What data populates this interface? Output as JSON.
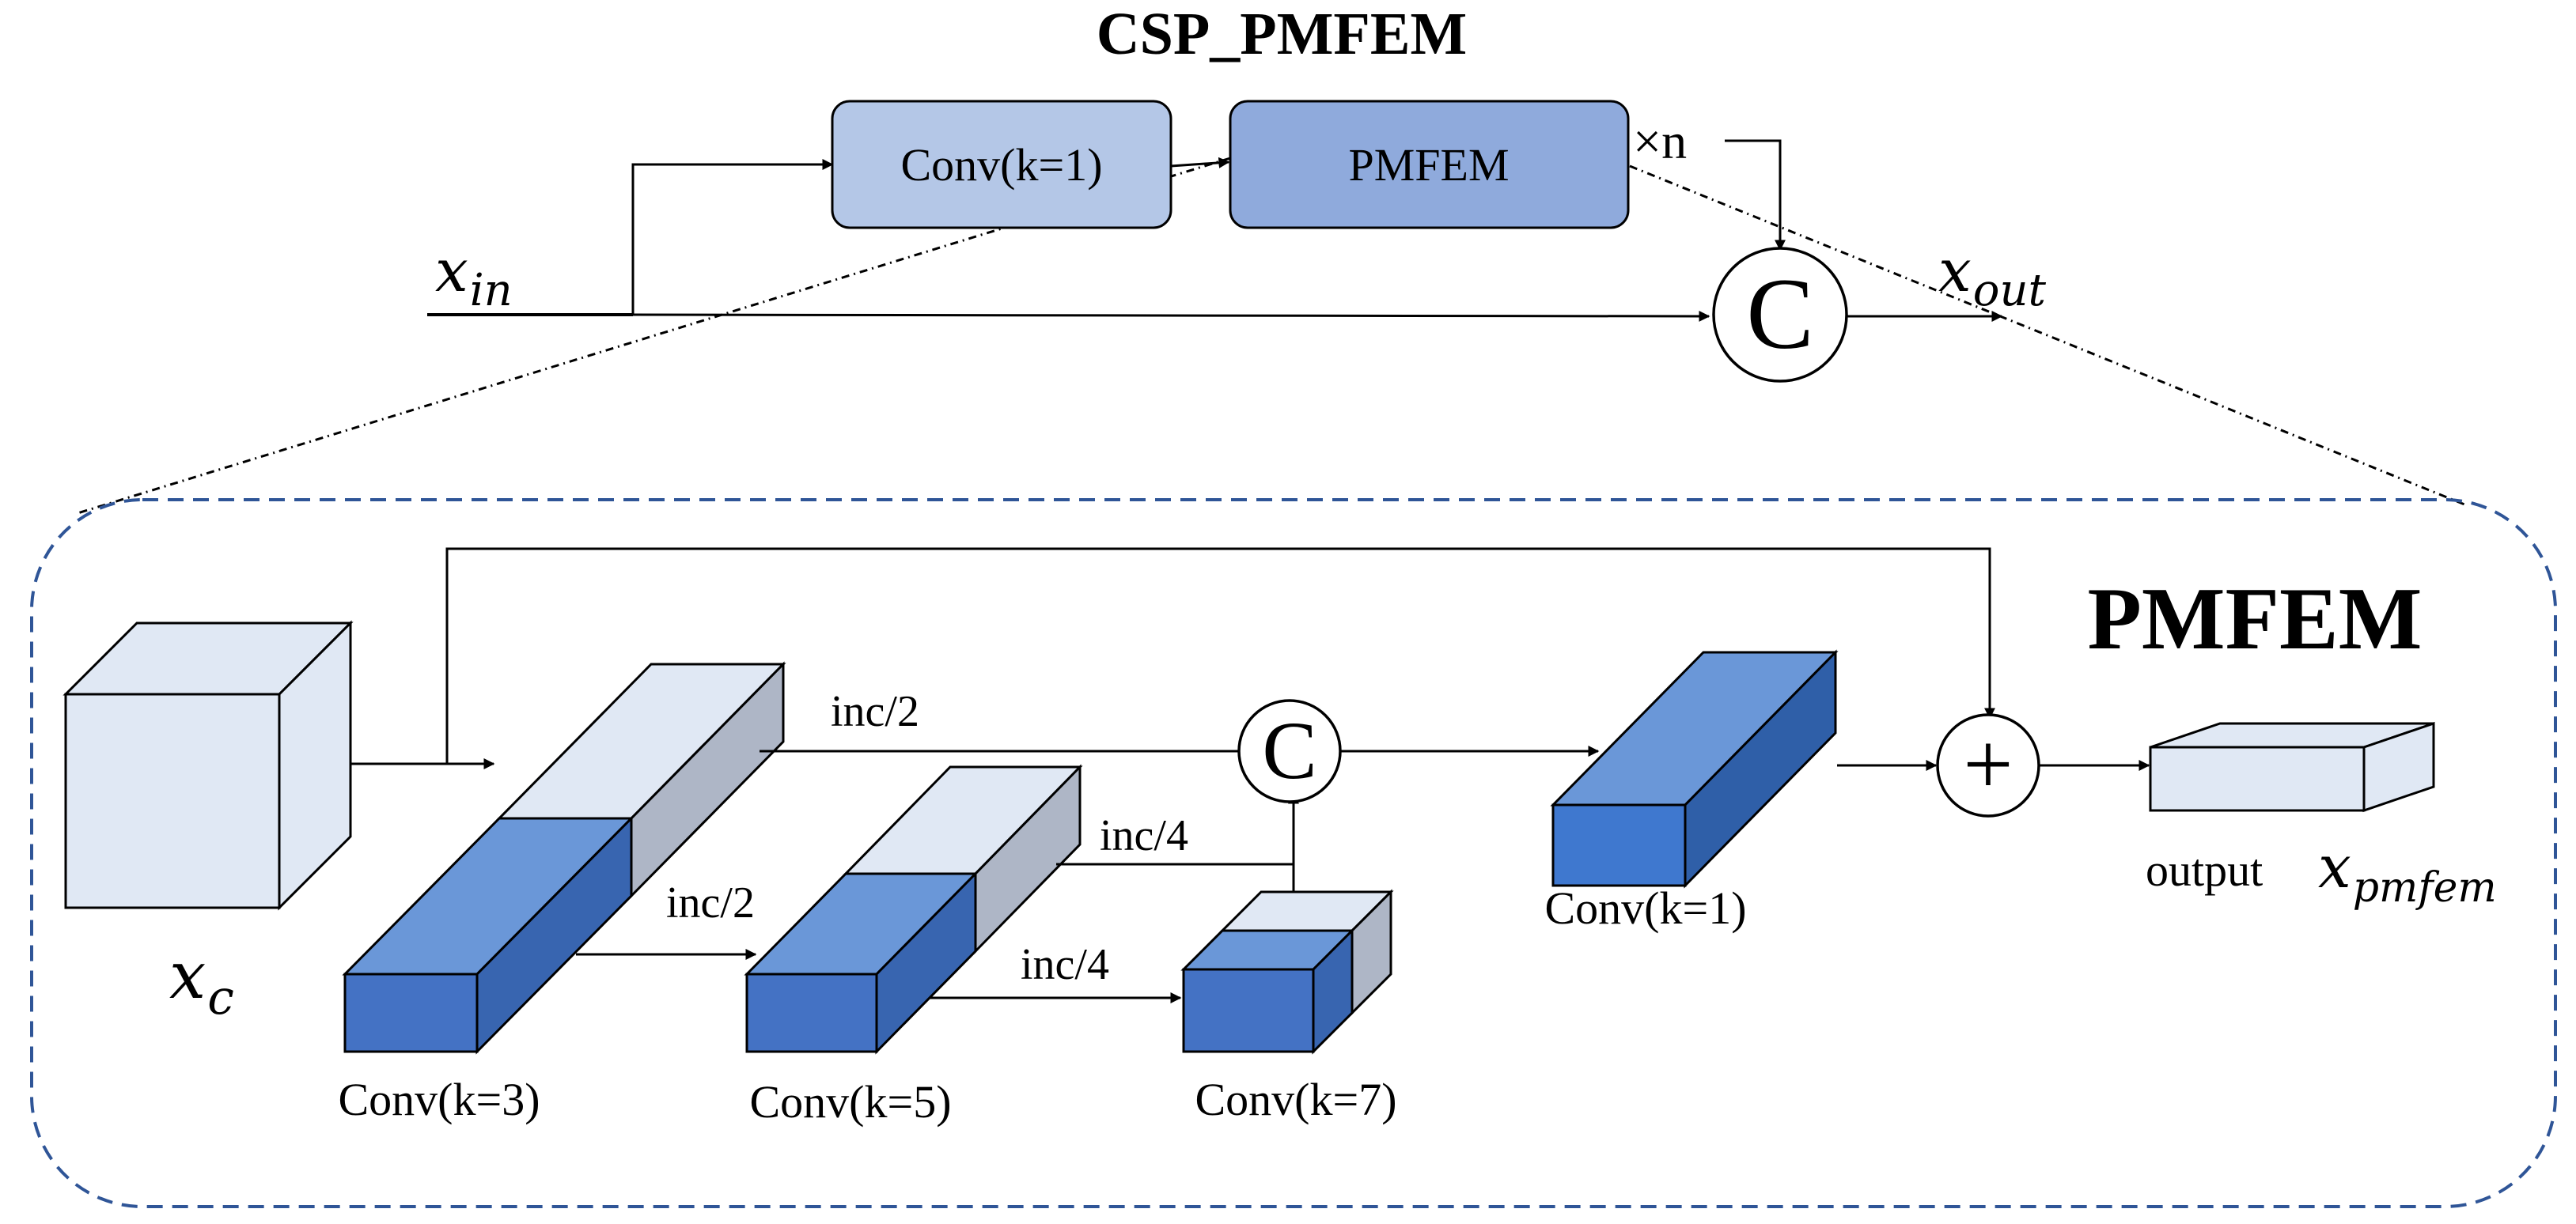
{
  "top": {
    "title": "CSP_PMFEM",
    "conv_label": "Conv(k=1)",
    "pmfem_label": "PMFEM",
    "repeat_label": "×n",
    "input_var": {
      "base": "x",
      "sub": "in"
    },
    "output_var": {
      "base": "x",
      "sub": "out"
    },
    "concat_symbol": "C"
  },
  "bottom": {
    "title": "PMFEM",
    "input_var": {
      "base": "x",
      "sub": "c"
    },
    "conv3_label": "Conv(k=3)",
    "conv5_label": "Conv(k=5)",
    "conv7_label": "Conv(k=7)",
    "conv1_label": "Conv(k=1)",
    "branch_labels": {
      "inc2_top": "inc/2",
      "inc2_low": "inc/2",
      "inc4_top": "inc/4",
      "inc4_low": "inc/4"
    },
    "concat_symbol": "C",
    "add_symbol": "+",
    "output_label": "output",
    "output_var": {
      "base": "x",
      "sub": "pmfem"
    }
  },
  "colors": {
    "conv_box": "#b4c7e7",
    "pmfem_box": "#8faadc",
    "block_dark": "#4472c4",
    "block_mid": "#6a97d8",
    "block_light": "#e0e8f4",
    "block_grey": "#aeb6c6",
    "dashed_border": "#2f5597"
  }
}
